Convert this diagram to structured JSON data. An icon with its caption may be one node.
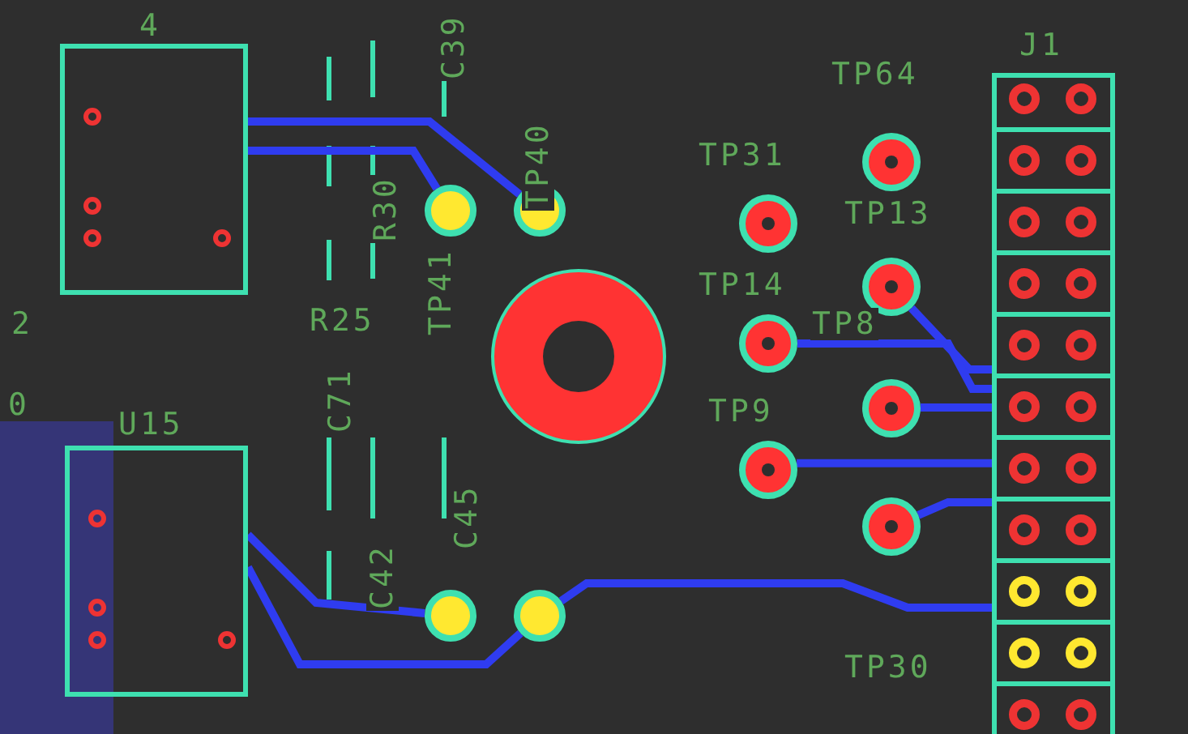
{
  "diagram": {
    "nodes": [
      {
        "text": [],
        "shape": "box",
        "beside": [
          "4"
        ]
      },
      {
        "text": [],
        "shape": "box",
        "beside": [
          "U15"
        ]
      },
      {
        "text": [],
        "shape": "circle"
      },
      {
        "text": [],
        "shape": "circle"
      },
      {
        "text": [],
        "shape": "circle"
      },
      {
        "text": [],
        "shape": "circle"
      },
      {
        "text": [],
        "shape": "circle"
      },
      {
        "text": [],
        "shape": "circle"
      },
      {
        "text": [],
        "shape": "circle"
      },
      {
        "text": [],
        "shape": "circle"
      },
      {
        "text": [],
        "shape": "circle"
      },
      {
        "text": [],
        "shape": "circle"
      },
      {
        "text": [],
        "shape": "circle"
      },
      {
        "text": [],
        "shape": "circle"
      },
      {
        "text": [],
        "shape": "box",
        "beside": [
          "J1"
        ]
      }
    ],
    "edges": [
      {
        "from": 0,
        "to": 2,
        "arrow": "none"
      },
      {
        "from": 0,
        "to": 3,
        "arrow": "none"
      },
      {
        "from": 1,
        "to": 12,
        "arrow": "none"
      },
      {
        "from": 1,
        "to": 13,
        "arrow": "none"
      },
      {
        "from": 13,
        "to": 14,
        "arrow": "none"
      },
      {
        "from": 7,
        "to": 14,
        "arrow": "none"
      },
      {
        "from": 8,
        "to": 14,
        "arrow": "none"
      },
      {
        "from": 9,
        "to": 14,
        "arrow": "none"
      },
      {
        "from": 10,
        "to": 14,
        "arrow": "none"
      },
      {
        "from": 11,
        "to": 14,
        "arrow": "none"
      }
    ],
    "labels": [
      "C39",
      "R30",
      "TP40",
      "2",
      "R25",
      "C71",
      "TP41",
      "0",
      "C45",
      "C42",
      "TP64",
      "TP31",
      "TP13",
      "TP14",
      "TP8",
      "TP9",
      "TP30"
    ]
  }
}
